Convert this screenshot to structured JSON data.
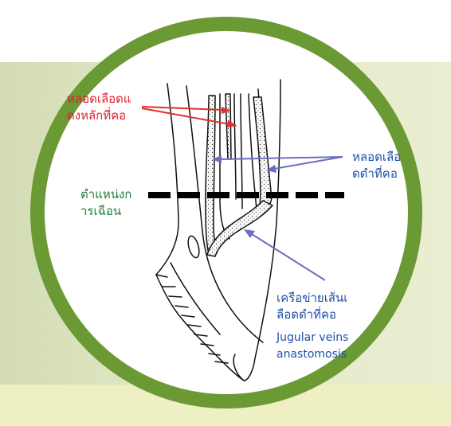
{
  "colors": {
    "ring": "#6b9a35",
    "carotid_label": "#e0202a",
    "arrow_red": "#e03030",
    "vein_label": "#1f4ea8",
    "arrow_blue": "#6a6fc0",
    "cut_label": "#1d7d34",
    "cut_line": "#000000"
  },
  "labels": {
    "carotid": [
      "หลอดเลือดแ",
      "ดงหลักที่คอ"
    ],
    "jugular": [
      "หลอดเลือ",
      "ดดำที่คอ"
    ],
    "cut_position": [
      "ตำแหน่งก",
      "ารเฉือน"
    ],
    "anastomosis_th": [
      "เครือข่ายเส้นเ",
      "ลือดดำที่คอ"
    ],
    "anastomosis_en": [
      "Jugular veins",
      "anastomosis"
    ]
  }
}
